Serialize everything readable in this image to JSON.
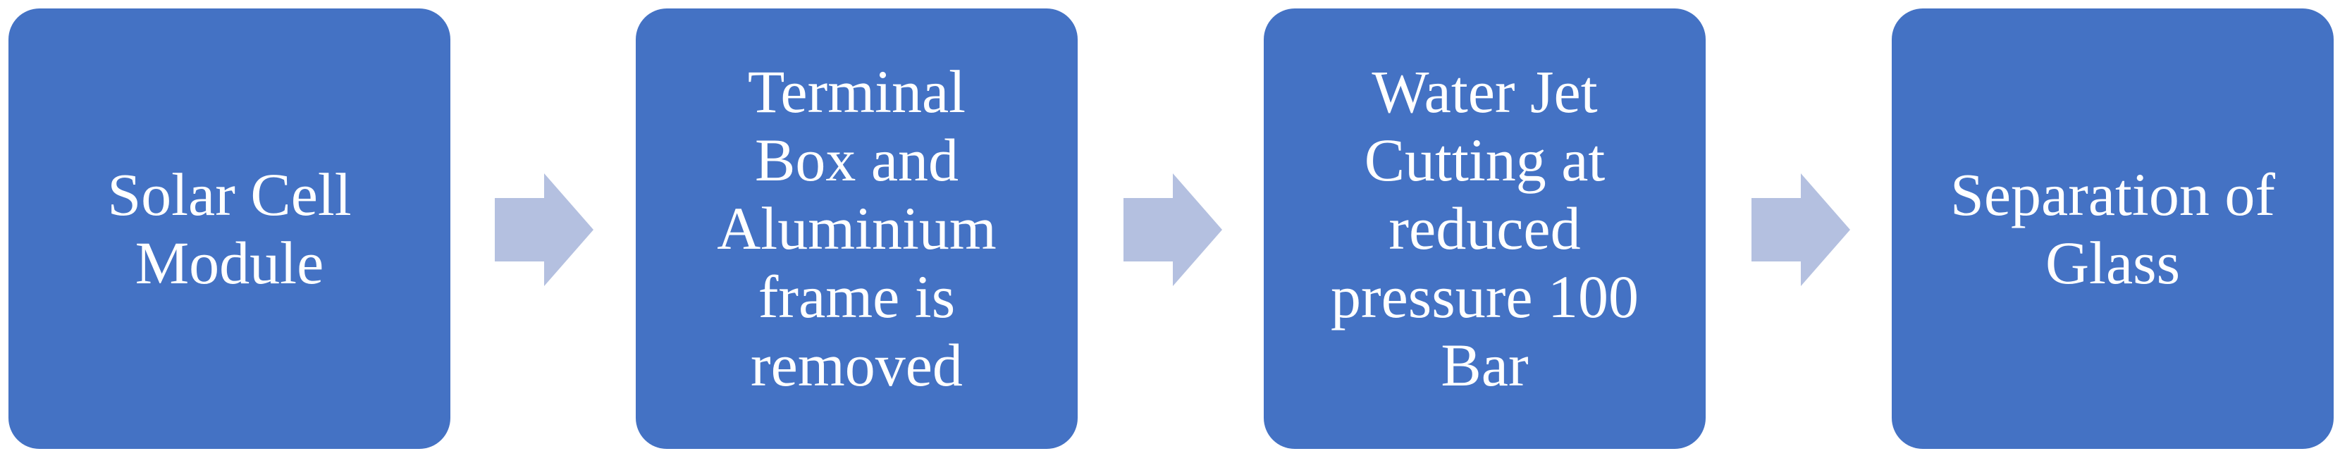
{
  "colors": {
    "box_fill": "#4472C4",
    "box_text": "#FFFFFF",
    "arrow_fill": "#B4C0E0",
    "background": "#FFFFFF"
  },
  "steps": [
    {
      "label": "Solar Cell\nModule"
    },
    {
      "label": "Terminal\nBox and\nAluminium\nframe is\nremoved"
    },
    {
      "label": "Water Jet\nCutting at\nreduced\npressure 100\nBar"
    },
    {
      "label": "Separation of\nGlass"
    }
  ],
  "arrows": [
    {
      "icon": "right-arrow-icon"
    },
    {
      "icon": "right-arrow-icon"
    },
    {
      "icon": "right-arrow-icon"
    }
  ]
}
